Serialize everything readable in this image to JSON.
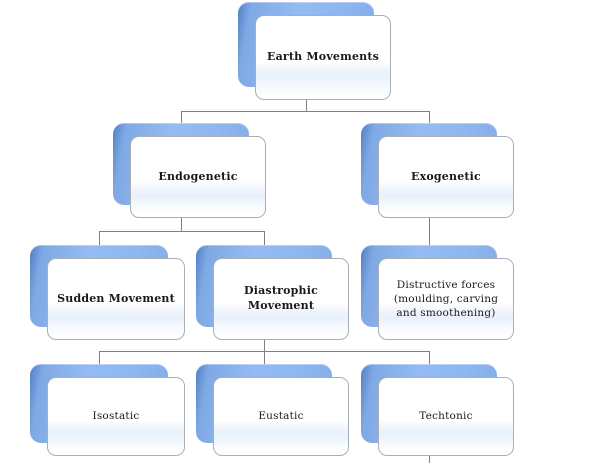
{
  "diagram": {
    "type": "hierarchy",
    "root_label": "Earth Movements",
    "nodes": [
      {
        "id": "earth-movements",
        "label": "Earth Movements",
        "parent": null,
        "level": 1
      },
      {
        "id": "endogenetic",
        "label": "Endogenetic",
        "parent": "earth-movements",
        "level": 2
      },
      {
        "id": "exogenetic",
        "label": "Exogenetic",
        "parent": "earth-movements",
        "level": 2
      },
      {
        "id": "sudden-movement",
        "label": "Sudden Movement",
        "parent": "endogenetic",
        "level": 3
      },
      {
        "id": "diastrophic-movement",
        "label": "Diastrophic Movement",
        "parent": "endogenetic",
        "level": 3
      },
      {
        "id": "distructive-forces",
        "label": "Distructive forces (moulding, carving and smoothening)",
        "parent": "exogenetic",
        "level": 3
      },
      {
        "id": "isostatic",
        "label": "Isostatic",
        "parent": "diastrophic-movement",
        "level": 4
      },
      {
        "id": "eustatic",
        "label": "Eustatic",
        "parent": "diastrophic-movement",
        "level": 4
      },
      {
        "id": "techtonic",
        "label": "Techtonic",
        "parent": "diastrophic-movement",
        "level": 4
      }
    ],
    "colors": {
      "card_shadow_fill": "#8FB6F0",
      "card_shadow_edge": "#4F7FC4",
      "card_face": "#FFFFFF",
      "card_border": "#A9AFB6",
      "connector": "#808080"
    }
  }
}
